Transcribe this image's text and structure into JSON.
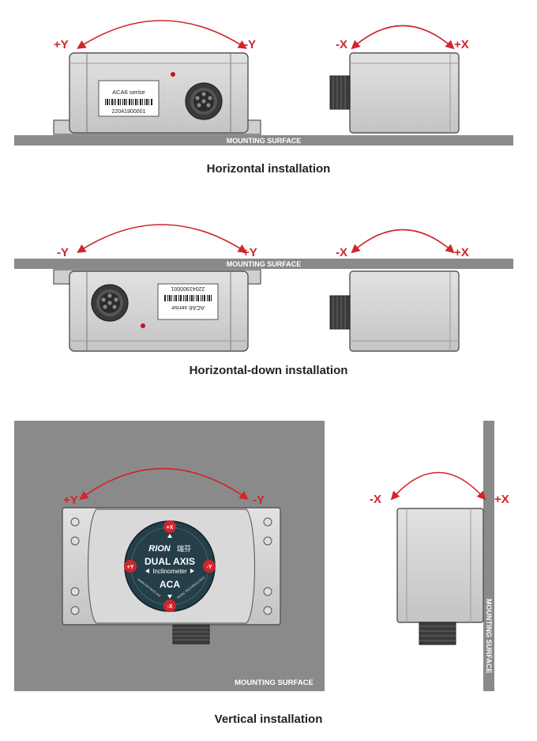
{
  "colors": {
    "arrow": "#d0252b",
    "surface": "#8a8a8a",
    "body": "#d3d3d3",
    "body_edge": "#555555",
    "dial": "#243f4a"
  },
  "labels": {
    "mounting_surface": "MOUNTING SURFACE",
    "plus_y": "+Y",
    "minus_y": "-Y",
    "plus_x": "+X",
    "minus_x": "-X"
  },
  "device": {
    "series_label": "ACA6 serise",
    "serial_number": "22041900001"
  },
  "dial": {
    "brand": "RION",
    "brand_cn": "瑞芬",
    "title": "DUAL AXIS",
    "subtitle": "Inclinometer",
    "model": "ACA",
    "website": "www.rion-tech.net",
    "company": "RION TECHNOLOGY",
    "mark_plus_x": "+X",
    "mark_minus_x": "-X",
    "mark_plus_y": "+Y",
    "mark_minus_y": "-Y"
  },
  "captions": {
    "horizontal": "Horizontal installation",
    "horizontal_down": "Horizontal-down installation",
    "vertical": "Vertical installation"
  }
}
